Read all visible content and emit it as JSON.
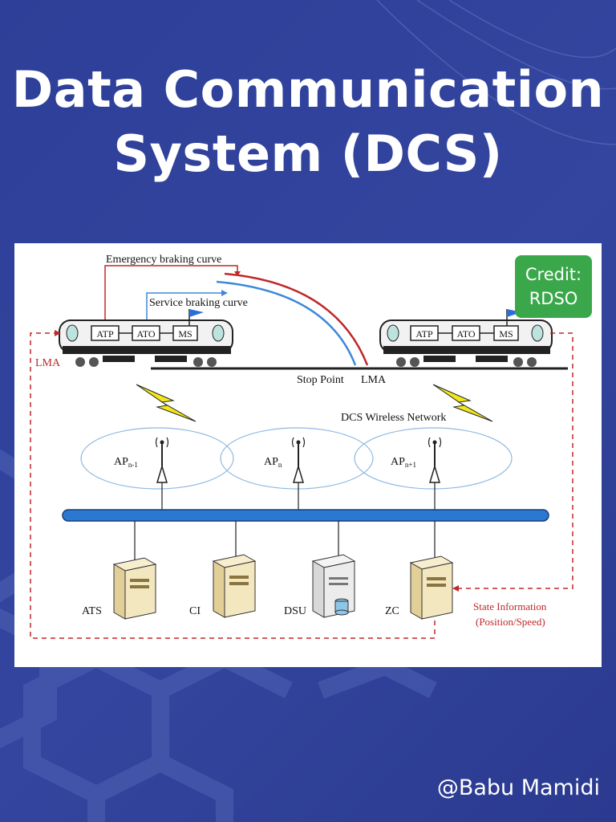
{
  "title": {
    "line1": "Data Communication",
    "line2": "System (DCS)"
  },
  "credit": {
    "line1": "Credit:",
    "line2": "RDSO"
  },
  "author": "@Babu Mamidi",
  "diagram": {
    "emergency_curve_label": "Emergency braking curve",
    "service_curve_label": "Service braking curve",
    "lma_left": "LMA",
    "stop_point": "Stop Point",
    "lma_right": "LMA",
    "network_label": "DCS Wireless Network",
    "train_modules": [
      "ATP",
      "ATO",
      "MS"
    ],
    "access_points": [
      {
        "base": "AP",
        "sub": "n-1"
      },
      {
        "base": "AP",
        "sub": "n"
      },
      {
        "base": "AP",
        "sub": "n+1"
      }
    ],
    "servers": [
      "ATS",
      "CI",
      "DSU",
      "ZC"
    ],
    "state_info_line1": "State Information",
    "state_info_line2": "(Position/Speed)",
    "colors": {
      "emergency": "#c0282a",
      "service": "#3f88d8",
      "bus": "#2a78d0",
      "dashed": "#c0282a"
    }
  }
}
